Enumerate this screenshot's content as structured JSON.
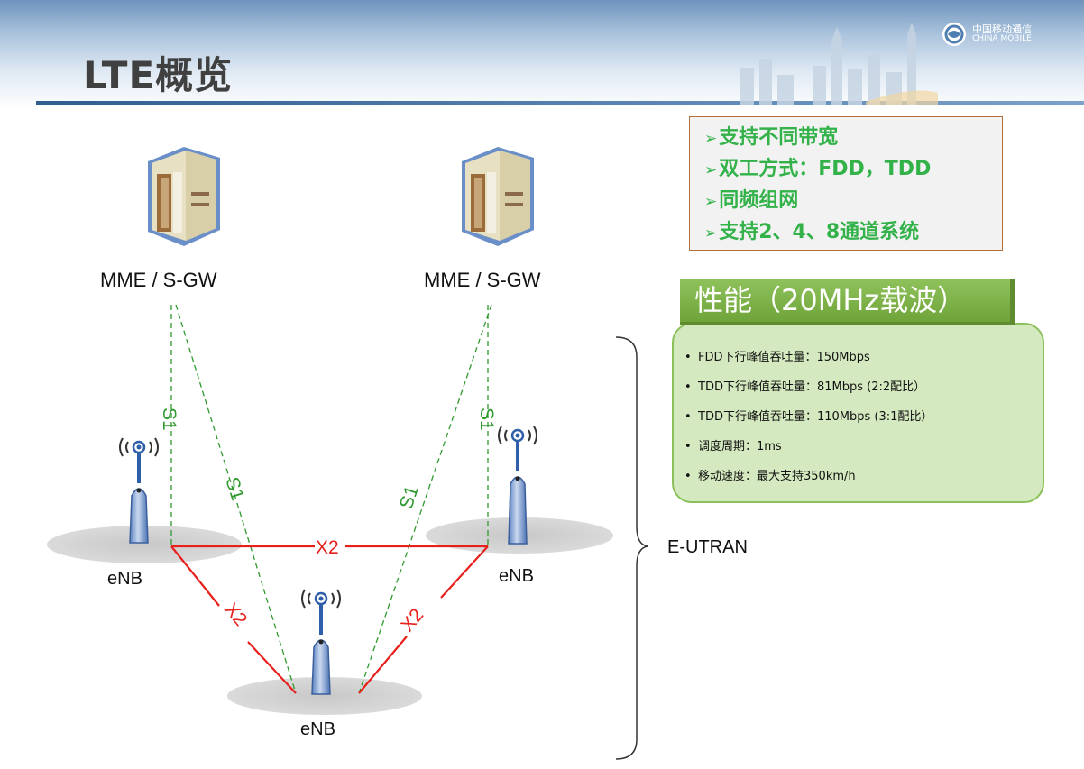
{
  "slide": {
    "title": "LTE概览",
    "logo_cn": "中国移动通信",
    "logo_en": "CHINA MOBILE"
  },
  "diagram": {
    "nodes": {
      "mme_left": "MME / S-GW",
      "mme_right": "MME / S-GW",
      "enb_left": "eNB",
      "enb_right": "eNB",
      "enb_bottom": "eNB"
    },
    "links": {
      "s1_label": "S1",
      "x2_label": "X2"
    },
    "group_label": "E-UTRAN"
  },
  "features": [
    "支持不同带宽",
    "双工方式：FDD，TDD",
    "同频组网",
    "支持2、4、8通道系统"
  ],
  "performance": {
    "title": "性能（20MHz载波）",
    "items": [
      "FDD下行峰值吞吐量：150Mbps",
      "TDD下行峰值吞吐量：81Mbps (2:2配比）",
      "TDD下行峰值吞吐量：110Mbps (3:1配比）",
      "调度周期：1ms",
      "移动速度：最大支持350km/h"
    ]
  },
  "colors": {
    "s1_line": "#2e9a2e",
    "x2_line": "#e8201c",
    "feature_text": "#33b24a",
    "perf_title_bg": "#7cb342",
    "perf_box_bg": "#d4e9bf"
  }
}
